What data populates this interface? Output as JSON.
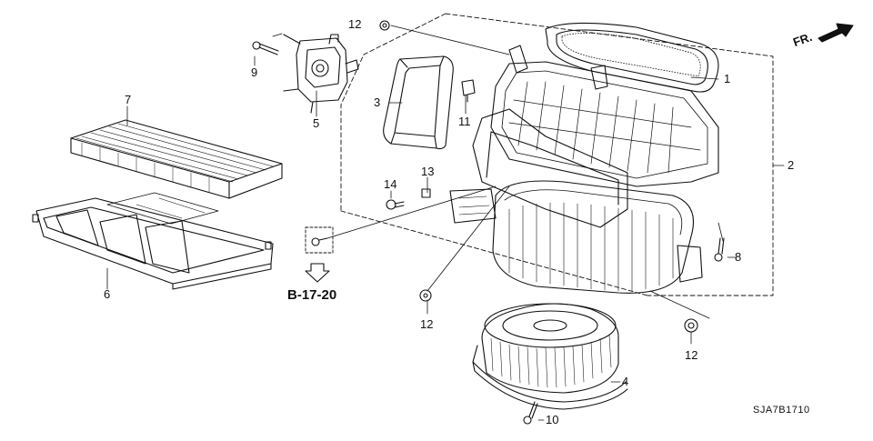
{
  "diagram": {
    "front_indicator": "FR.",
    "reference": "B-17-20",
    "diagram_code": "SJA7B1710",
    "callouts": {
      "c1": "1",
      "c2": "2",
      "c3": "3",
      "c4": "4",
      "c5": "5",
      "c6": "6",
      "c7": "7",
      "c8": "8",
      "c9": "9",
      "c10": "10",
      "c11": "11",
      "c12a": "12",
      "c12b": "12",
      "c12c": "12",
      "c13": "13",
      "c14": "14"
    }
  }
}
